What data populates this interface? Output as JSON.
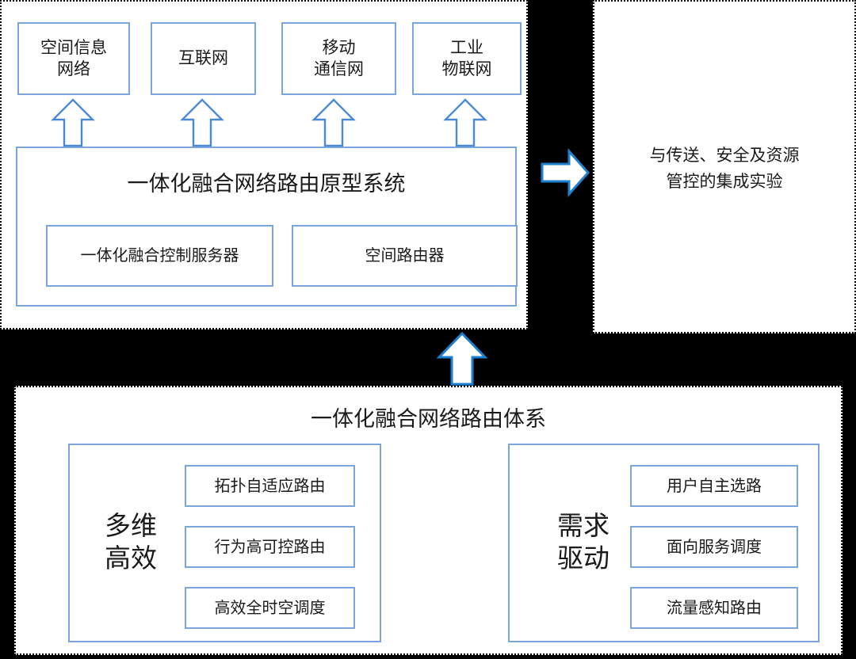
{
  "diagram": {
    "title_semantic": "integrated-converged-network-routing-architecture-diagram",
    "accent_blue": "#7BA6DD",
    "arrow_blue_strong": "#1D7FD0",
    "panel_border": "#000000",
    "background": "#000000"
  },
  "prototype_panel": {
    "networks": [
      {
        "label": "空间信息\n网络"
      },
      {
        "label": "互联网"
      },
      {
        "label": "移动\n通信网"
      },
      {
        "label": "工业\n物联网"
      }
    ],
    "network_labels_flat": [
      "空间信息网络",
      "互联网",
      "移动通信网",
      "工业物联网"
    ],
    "system_title": "一体化融合网络路由原型系统",
    "subsystems": [
      "一体化融合控制服务器",
      "空间路由器"
    ],
    "arrows_up_count": 4
  },
  "integration_panel": {
    "text_line_1": "与传送、安全及资源",
    "text_line_2": "管控的集成实验"
  },
  "architecture_panel": {
    "title": "一体化融合网络路由体系",
    "groups": [
      {
        "label_line_1": "多维",
        "label_line_2": "高效",
        "features": [
          "拓扑自适应路由",
          "行为高可控路由",
          "高效全时空调度"
        ]
      },
      {
        "label_line_1": "需求",
        "label_line_2": "驱动",
        "features": [
          "用户自主选路",
          "面向服务调度",
          "流量感知路由"
        ]
      }
    ]
  },
  "icons": {
    "arrow_up": "arrow-up-icon",
    "arrow_right": "arrow-right-icon"
  }
}
